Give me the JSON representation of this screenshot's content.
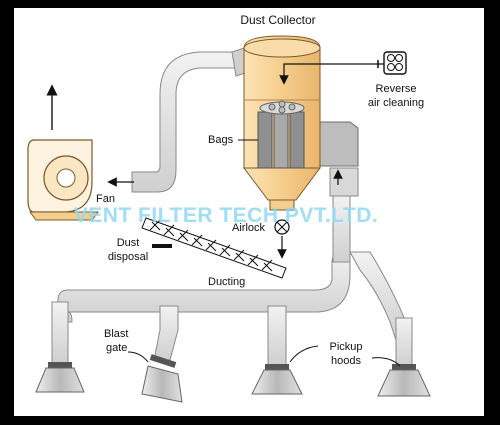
{
  "diagram": {
    "title": "Dust Collector",
    "labels": {
      "reverse_air_line1": "Reverse",
      "reverse_air_line2": "air cleaning",
      "bags": "Bags",
      "fan": "Fan",
      "airlock": "Airlock",
      "dust_disposal_line1": "Dust",
      "dust_disposal_line2": "disposal",
      "ducting": "Ducting",
      "blast_gate_line1": "Blast",
      "blast_gate_line2": "gate",
      "pickup_hoods_line1": "Pickup",
      "pickup_hoods_line2": "hoods"
    },
    "watermark": "VENT FILTER TECH PVT.LTD.",
    "colors": {
      "background": "#000000",
      "canvas": "#ffffff",
      "collector_fill": "#f5cd8c",
      "duct_fill": "#e6e6e6",
      "duct_stroke": "#8a8a8a",
      "bag_fill": "#9a9a9a",
      "hood_fill": "#c8c8c8",
      "watermark": "#8ed8f2"
    }
  }
}
